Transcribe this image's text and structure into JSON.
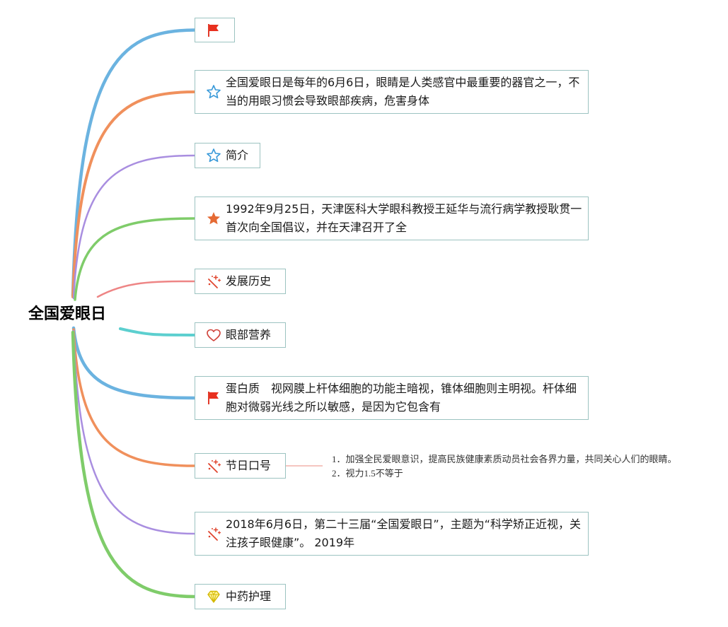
{
  "root": {
    "title": "全国爱眼日"
  },
  "colors": {
    "node_border": "#9cc3c1",
    "branches": [
      "#6bb3e0",
      "#f0905c",
      "#a98ee0",
      "#7fcc6a",
      "#ee8585",
      "#5ccfcf",
      "#6bb3e0",
      "#f0905c",
      "#a98ee0",
      "#7fcc6a"
    ],
    "note_line": "#f5c6c0"
  },
  "nodes": [
    {
      "icon": "red-flag-icon",
      "text": ""
    },
    {
      "icon": "blue-star-outline-icon",
      "text": "全国爱眼日是每年的6月6日，眼睛是人类感官中最重要的器官之一，不当的用眼习惯会导致眼部疾病，危害身体"
    },
    {
      "icon": "blue-star-outline-icon",
      "text": "简介"
    },
    {
      "icon": "orange-star-icon",
      "text": "1992年9月25日，天津医科大学眼科教授王延华与流行病学教授耿贯一首次向全国倡议，并在天津召开了全"
    },
    {
      "icon": "sparkles-icon",
      "text": "发展历史"
    },
    {
      "icon": "heart-outline-icon",
      "text": "眼部营养"
    },
    {
      "icon": "red-flag-icon",
      "text": "蛋白质　视网膜上杆体细胞的功能主暗视，锥体细胞则主明视。杆体细胞对微弱光线之所以敏感，是因为它包含有"
    },
    {
      "icon": "sparkles-icon",
      "text": "节日口号"
    },
    {
      "icon": "sparkles-icon",
      "text": "2018年6月6日，第二十三届“全国爱眼日”，主题为“科学矫正近视，关注孩子眼健康”。 2019年"
    },
    {
      "icon": "gem-icon",
      "text": "中药护理"
    }
  ],
  "note": {
    "text": "1．加强全民爱眼意识，提高民族健康素质动员社会各界力量，共同关心人们的眼睛。 2．视力1.5不等于"
  }
}
